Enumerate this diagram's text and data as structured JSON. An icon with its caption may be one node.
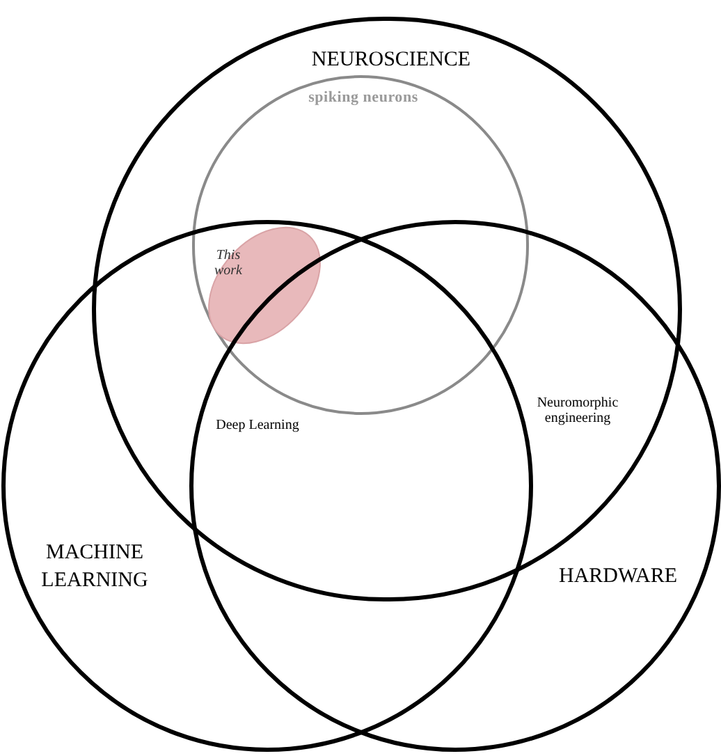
{
  "diagram": {
    "nodes": [
      {
        "text": [
          "NEUROSCIENCE"
        ]
      },
      {
        "text": [
          "spiking neurons"
        ],
        "in": 0
      },
      {
        "text": [
          "This work"
        ]
      },
      {
        "text": [
          "MACHINE LEARNING"
        ]
      },
      {
        "text": [
          "HARDWARE"
        ]
      }
    ],
    "labels": [
      "Deep Learning",
      "Neuromorphic engineering"
    ]
  }
}
